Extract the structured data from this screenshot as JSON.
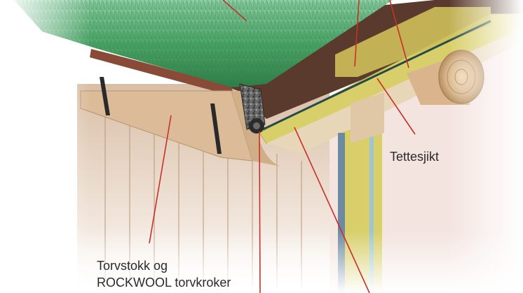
{
  "labels": {
    "tettesjikt": "Tettesjikt",
    "torvstokk_line1": "Torvstokk og",
    "torvstokk_line2": "ROCKWOOL torvkroker"
  },
  "colors": {
    "grass": "#3f9a5c",
    "soil": "#5a3a2c",
    "insulation": "#d8cf6a",
    "wood": "#d9b894",
    "pointer": "#c8302a"
  }
}
